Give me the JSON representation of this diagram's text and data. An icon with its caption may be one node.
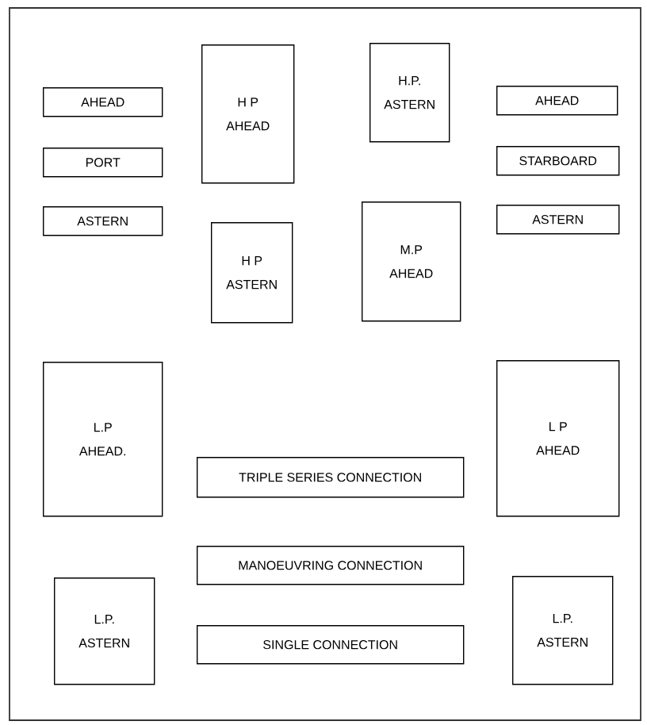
{
  "diagram": {
    "nodes": [
      {
        "text": [
          "H P",
          "AHEAD"
        ]
      },
      {
        "text": [
          "H.P.",
          "ASTERN"
        ]
      },
      {
        "text": [
          "AHEAD"
        ]
      },
      {
        "text": [
          "AHEAD"
        ]
      },
      {
        "text": [
          "PORT"
        ]
      },
      {
        "text": [
          "STARBOARD"
        ]
      },
      {
        "text": [
          "ASTERN"
        ]
      },
      {
        "text": [
          "ASTERN"
        ]
      },
      {
        "text": [
          "H P",
          "ASTERN"
        ]
      },
      {
        "text": [
          "M.P",
          "AHEAD"
        ]
      },
      {
        "text": [
          "L.P",
          "AHEAD."
        ]
      },
      {
        "text": [
          "L P",
          "AHEAD"
        ]
      },
      {
        "text": [
          "TRIPLE SERIES CONNECTION"
        ]
      },
      {
        "text": [
          "MANOEUVRING CONNECTION"
        ]
      },
      {
        "text": [
          "L.P.",
          "ASTERN"
        ]
      },
      {
        "text": [
          "L.P.",
          "ASTERN"
        ]
      },
      {
        "text": [
          "SINGLE CONNECTION"
        ]
      }
    ]
  }
}
